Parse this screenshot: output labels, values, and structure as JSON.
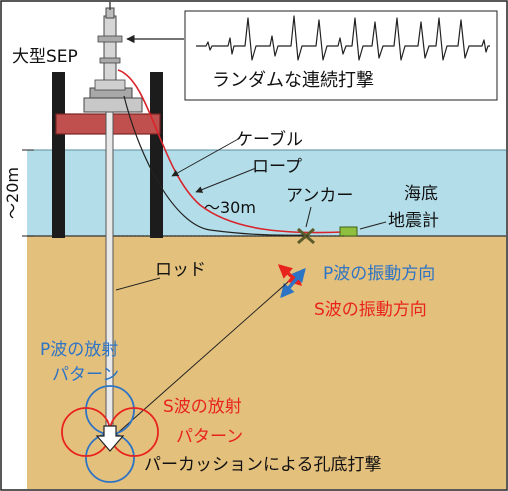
{
  "labels": {
    "sep": "大型SEP",
    "random_hits": "ランダムな連続打撃",
    "cable": "ケーブル",
    "rope": "ロープ",
    "depth": "～20m",
    "distance": "～30m",
    "anchor": "アンカー",
    "obs_line1": "海底",
    "obs_line2": "地震計",
    "rod": "ロッド",
    "p_vib": "P波の振動方向",
    "s_vib": "S波の振動方向",
    "p_rad_line1": "P波の放射",
    "p_rad_line2": "パターン",
    "s_rad_line1": "S波の放射",
    "s_rad_line2": "パターン",
    "percussion": "パーカッションによる孔底打撃"
  },
  "colors": {
    "sea": "#b3dde8",
    "seabed": "#e4c07d",
    "platform": "#c0504d",
    "p_wave": "#2e74c4",
    "s_wave": "#e8231e",
    "cable": "#d9242b",
    "obs": "#8fbf3f"
  }
}
